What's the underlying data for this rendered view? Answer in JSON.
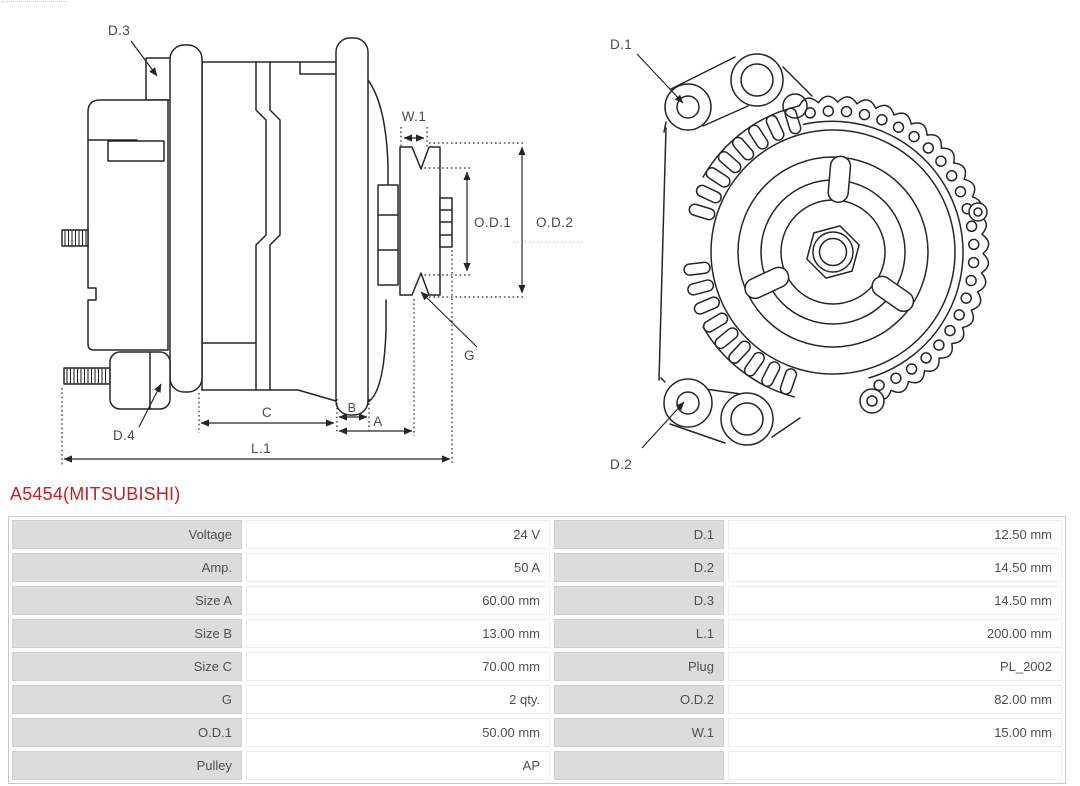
{
  "title": "A5454(MITSUBISHI)",
  "colors": {
    "title_red": "#c51f26",
    "drawing_line": "#262626",
    "dimension_text": "#4a4a4a",
    "label_cell_bg": "#dcdcdc",
    "table_border": "#c9c9c9",
    "table_text": "#4f4f4f"
  },
  "side_view": {
    "labels": {
      "d3": "D.3",
      "d4": "D.4",
      "w1": "W.1",
      "od1": "O.D.1",
      "od2": "O.D.2",
      "g": "G",
      "c": "C",
      "b": "B",
      "a": "A",
      "l1": "L.1"
    }
  },
  "front_view": {
    "labels": {
      "d1": "D.1",
      "d2": "D.2"
    }
  },
  "spec_table": {
    "rows": [
      {
        "l_label": "Voltage",
        "l_value": "24 V",
        "r_label": "D.1",
        "r_value": "12.50 mm"
      },
      {
        "l_label": "Amp.",
        "l_value": "50 A",
        "r_label": "D.2",
        "r_value": "14.50 mm"
      },
      {
        "l_label": "Size A",
        "l_value": "60.00 mm",
        "r_label": "D.3",
        "r_value": "14.50 mm"
      },
      {
        "l_label": "Size B",
        "l_value": "13.00 mm",
        "r_label": "L.1",
        "r_value": "200.00 mm"
      },
      {
        "l_label": "Size C",
        "l_value": "70.00 mm",
        "r_label": "Plug",
        "r_value": "PL_2002"
      },
      {
        "l_label": "G",
        "l_value": "2 qty.",
        "r_label": "O.D.2",
        "r_value": "82.00 mm"
      },
      {
        "l_label": "O.D.1",
        "l_value": "50.00 mm",
        "r_label": "W.1",
        "r_value": "15.00 mm"
      },
      {
        "l_label": "Pulley",
        "l_value": "AP",
        "r_label": "",
        "r_value": ""
      }
    ]
  }
}
